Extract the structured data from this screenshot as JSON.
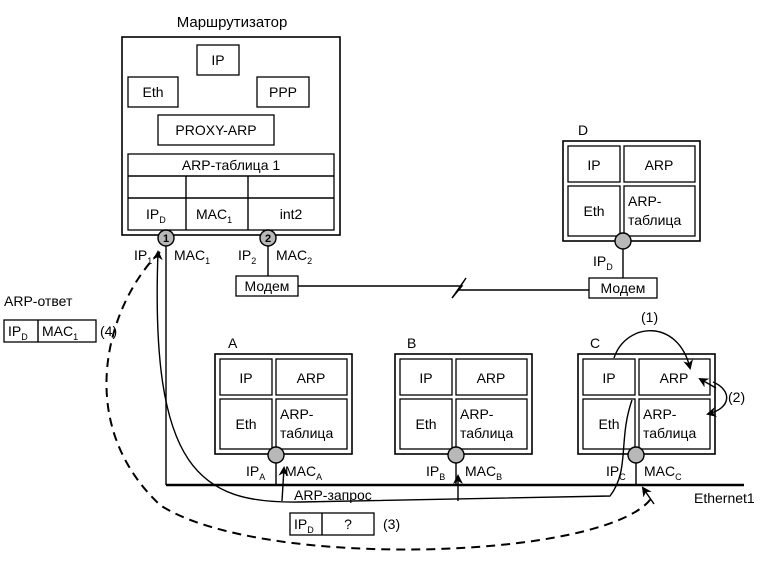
{
  "router": {
    "title": "Маршрутизатор",
    "ip": "IP",
    "eth": "Eth",
    "ppp": "PPP",
    "proxy": "PROXY-ARP",
    "arp_table_title": "ARP-таблица 1",
    "row_ip": "IP",
    "row_ip_sub": "D",
    "row_mac": "MAC",
    "row_mac_sub": "1",
    "row_if": "int2",
    "port1": "1",
    "port2": "2",
    "p1_ip": "IP",
    "p1_ip_sub": "1",
    "p1_mac": "MAC",
    "p1_mac_sub": "1",
    "p2_ip": "IP",
    "p2_ip_sub": "2",
    "p2_mac": "MAC",
    "p2_mac_sub": "2"
  },
  "modem": {
    "left": "Модем",
    "right": "Модем"
  },
  "host_d": {
    "title": "D",
    "ip": "IP",
    "arp": "ARP",
    "eth": "Eth",
    "arp_table_1": "ARP-",
    "arp_table_2": "таблица",
    "addr_ip": "IP",
    "addr_ip_sub": "D"
  },
  "host_a": {
    "title": "A",
    "ip": "IP",
    "arp": "ARP",
    "eth": "Eth",
    "arp_table_1": "ARP-",
    "arp_table_2": "таблица",
    "addr_ip": "IP",
    "addr_ip_sub": "A",
    "addr_mac": "MAC",
    "addr_mac_sub": "A"
  },
  "host_b": {
    "title": "B",
    "ip": "IP",
    "arp": "ARP",
    "eth": "Eth",
    "arp_table_1": "ARP-",
    "arp_table_2": "таблица",
    "addr_ip": "IP",
    "addr_ip_sub": "B",
    "addr_mac": "MAC",
    "addr_mac_sub": "B"
  },
  "host_c": {
    "title": "C",
    "ip": "IP",
    "arp": "ARP",
    "eth": "Eth",
    "arp_table_1": "ARP-",
    "arp_table_2": "таблица",
    "addr_ip": "IP",
    "addr_ip_sub": "C",
    "addr_mac": "MAC",
    "addr_mac_sub": "C",
    "step1": "(1)",
    "step2": "(2)"
  },
  "arp_reply": {
    "title": "ARP-ответ",
    "ip": "IP",
    "ip_sub": "D",
    "mac": "MAC",
    "mac_sub": "1",
    "step": "(4)"
  },
  "arp_request": {
    "title": "ARP-запрос",
    "ip": "IP",
    "ip_sub": "D",
    "unknown": "?",
    "step": "(3)"
  },
  "network": {
    "ethernet": "Ethernet1"
  }
}
